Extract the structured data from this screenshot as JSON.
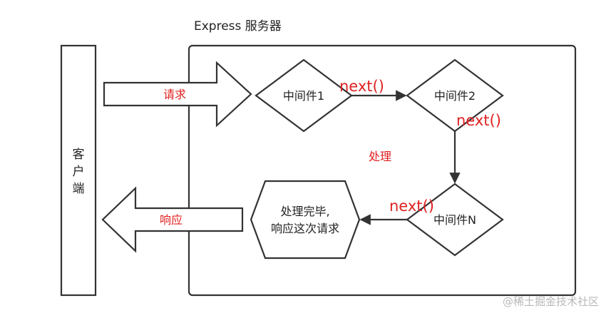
{
  "server_title": "Express 服务器",
  "client": {
    "chars": [
      "客",
      "户",
      "端"
    ]
  },
  "arrows": {
    "request": "请求",
    "response": "响应"
  },
  "nodes": {
    "mw1": "中间件1",
    "mw2": "中间件2",
    "mwn": "中间件N",
    "done_line1": "处理完毕,",
    "done_line2": "响应这次请求"
  },
  "process_label": "处理",
  "next_labels": [
    "next()",
    "next()",
    "next()"
  ],
  "watermark": "@稀土掘金技术社区",
  "colors": {
    "red": "#e02020",
    "stroke": "#333333",
    "gray": "#b8b8b8"
  }
}
